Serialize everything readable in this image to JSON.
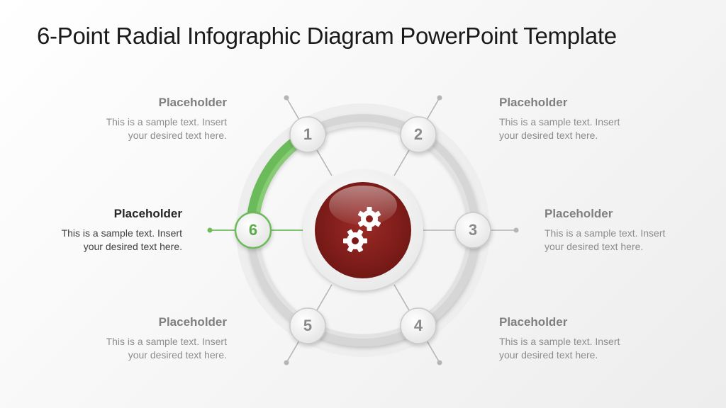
{
  "title": "6-Point Radial Infographic Diagram PowerPoint Template",
  "colors": {
    "accent_green": "#6cbb5a",
    "center_red": "#8b1e1e",
    "ring_gray": "#d3d3d3",
    "text_gray": "#7f7f7f"
  },
  "center": {
    "icon": "gears-icon"
  },
  "nodes": [
    {
      "number": "1",
      "active": false
    },
    {
      "number": "2",
      "active": false
    },
    {
      "number": "3",
      "active": false
    },
    {
      "number": "4",
      "active": false
    },
    {
      "number": "5",
      "active": false
    },
    {
      "number": "6",
      "active": true
    }
  ],
  "items": [
    {
      "heading": "Placeholder",
      "line1": "This is a sample text. Insert",
      "line2": "your desired text here."
    },
    {
      "heading": "Placeholder",
      "line1": "This is a sample text. Insert",
      "line2": "your desired text here."
    },
    {
      "heading": "Placeholder",
      "line1": "This is a sample text. Insert",
      "line2": "your desired text here."
    },
    {
      "heading": "Placeholder",
      "line1": "This is a sample text. Insert",
      "line2": "your desired text here."
    },
    {
      "heading": "Placeholder",
      "line1": "This is a sample text. Insert",
      "line2": "your desired text here."
    },
    {
      "heading": "Placeholder",
      "line1": "This is a sample text. Insert",
      "line2": "your desired text here."
    }
  ]
}
